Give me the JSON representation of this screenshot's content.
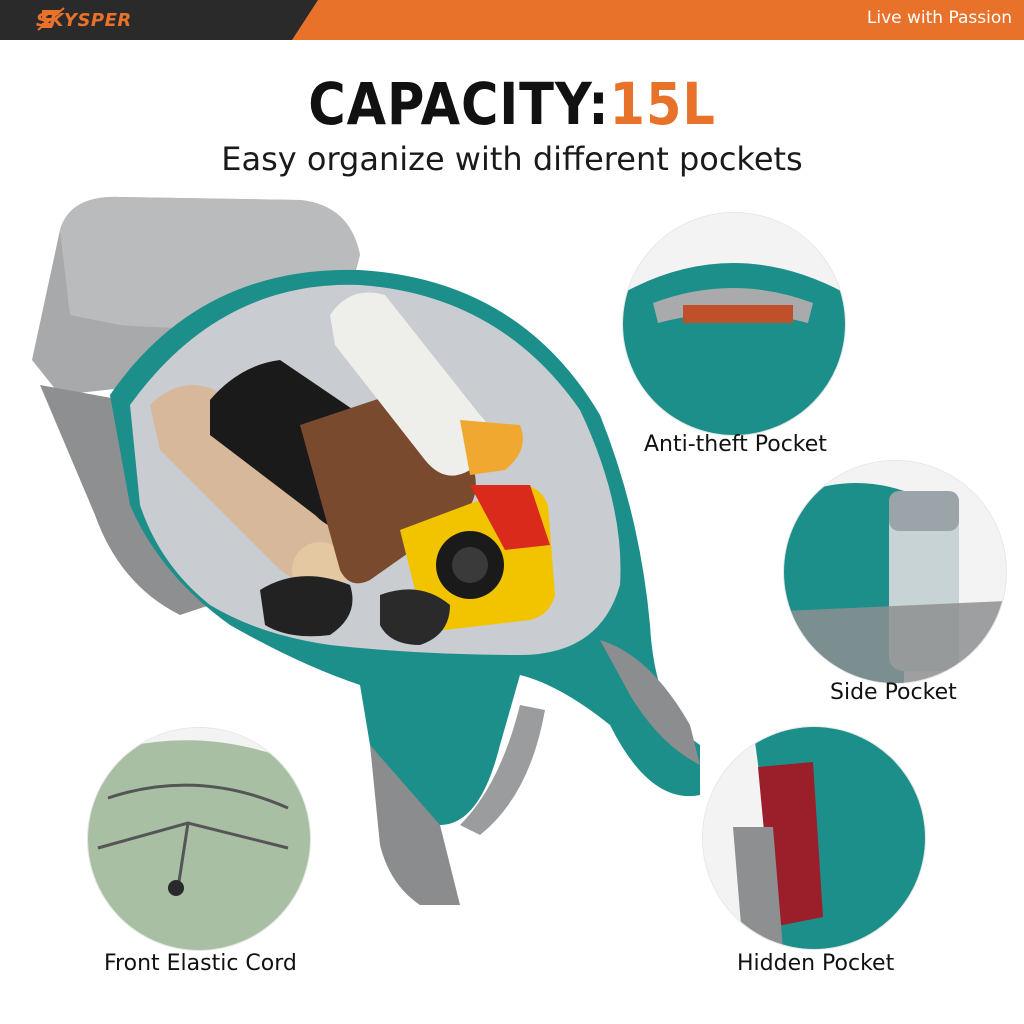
{
  "banner": {
    "brand": "SKYSPER",
    "tagline": "Live with Passion",
    "colors": {
      "dark": "#2a2a2a",
      "accent": "#e8722a"
    }
  },
  "headline": {
    "label": "CAPACITY:",
    "value": "15L",
    "subtitle": "Easy organize with different pockets"
  },
  "features": [
    {
      "label": "Anti-theft Pocket",
      "icon": "anti-theft-pocket-closeup"
    },
    {
      "label": "Side Pocket",
      "icon": "side-pocket-bottle-closeup"
    },
    {
      "label": "Hidden Pocket",
      "icon": "hidden-pocket-passport-closeup"
    },
    {
      "label": "Front Elastic Cord",
      "icon": "front-elastic-cord-closeup"
    }
  ],
  "product": {
    "colors": {
      "teal": "#1d8f8a",
      "gray": "#9a9c9e",
      "lining": "#c9ccd0"
    }
  }
}
